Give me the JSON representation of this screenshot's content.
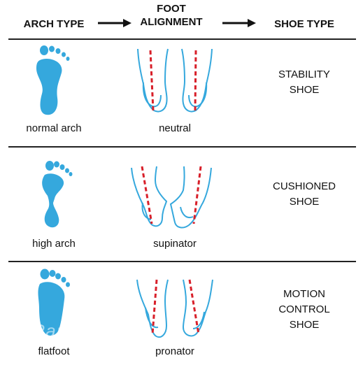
{
  "headers": {
    "arch_type": "ARCH TYPE",
    "foot_alignment": "FOOT\nALIGNMENT",
    "shoe_type": "SHOE TYPE"
  },
  "rows": [
    {
      "arch": "normal arch",
      "alignment": "neutral",
      "shoe": "STABILITY\nSHOE"
    },
    {
      "arch": "high arch",
      "alignment": "supinator",
      "shoe": "CUSHIONED\nSHOE"
    },
    {
      "arch": "flatfoot",
      "alignment": "pronator",
      "shoe": "MOTION\nCONTROL\nSHOE"
    }
  ],
  "watermark": "uRan Shao",
  "colors": {
    "foot_blue": "#35a8dd",
    "line_red": "#d8202a",
    "rule": "#222222"
  }
}
